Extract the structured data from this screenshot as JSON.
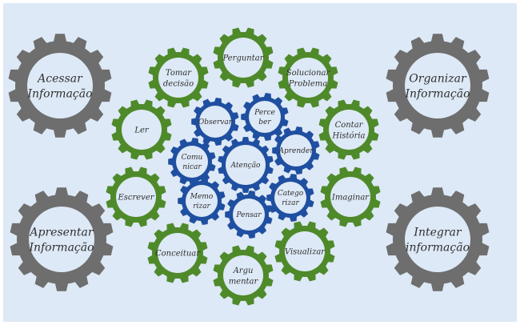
{
  "colors": {
    "background": "#dde9f6",
    "gear_fill": "#dde9f6",
    "gray_gear": "#6e6e6e",
    "green_gear": "#4f8a2a",
    "blue_gear": "#1f4fa0",
    "text": "#2f2f2f"
  },
  "corner_gears": [
    {
      "id": "acessar",
      "lines": [
        "Acessar",
        "Informação"
      ]
    },
    {
      "id": "organizar",
      "lines": [
        "Organizar",
        "Informação"
      ]
    },
    {
      "id": "apresentar",
      "lines": [
        "Apresentar",
        "Informação"
      ]
    },
    {
      "id": "integrar",
      "lines": [
        "Integrar",
        "informação"
      ]
    }
  ],
  "green_gears": [
    {
      "id": "perguntar",
      "lines": [
        "Perguntar"
      ]
    },
    {
      "id": "tomar-decisao",
      "lines": [
        "Tomar",
        "decisão"
      ]
    },
    {
      "id": "solucionar-problema",
      "lines": [
        "Solucionar",
        "Problema"
      ]
    },
    {
      "id": "ler",
      "lines": [
        "Ler"
      ]
    },
    {
      "id": "contar-historia",
      "lines": [
        "Contar",
        "História"
      ]
    },
    {
      "id": "escrever",
      "lines": [
        "Escrever"
      ]
    },
    {
      "id": "imaginar",
      "lines": [
        "Imaginar"
      ]
    },
    {
      "id": "conceituar",
      "lines": [
        "Conceituar"
      ]
    },
    {
      "id": "visualizar",
      "lines": [
        "Visualizar"
      ]
    },
    {
      "id": "argumentar",
      "lines": [
        "Argu",
        "mentar"
      ]
    }
  ],
  "blue_gears": [
    {
      "id": "atencao",
      "lines": [
        "Atenção"
      ]
    },
    {
      "id": "observar",
      "lines": [
        "Observar"
      ]
    },
    {
      "id": "perceber",
      "lines": [
        "Perce",
        "ber"
      ]
    },
    {
      "id": "aprender",
      "lines": [
        "Aprender"
      ]
    },
    {
      "id": "comunicar",
      "lines": [
        "Comu",
        "nicar"
      ]
    },
    {
      "id": "categorizar",
      "lines": [
        "Catego",
        "rizar"
      ]
    },
    {
      "id": "memorizar",
      "lines": [
        "Memo",
        "rizar"
      ]
    },
    {
      "id": "pensar",
      "lines": [
        "Pensar"
      ]
    }
  ]
}
